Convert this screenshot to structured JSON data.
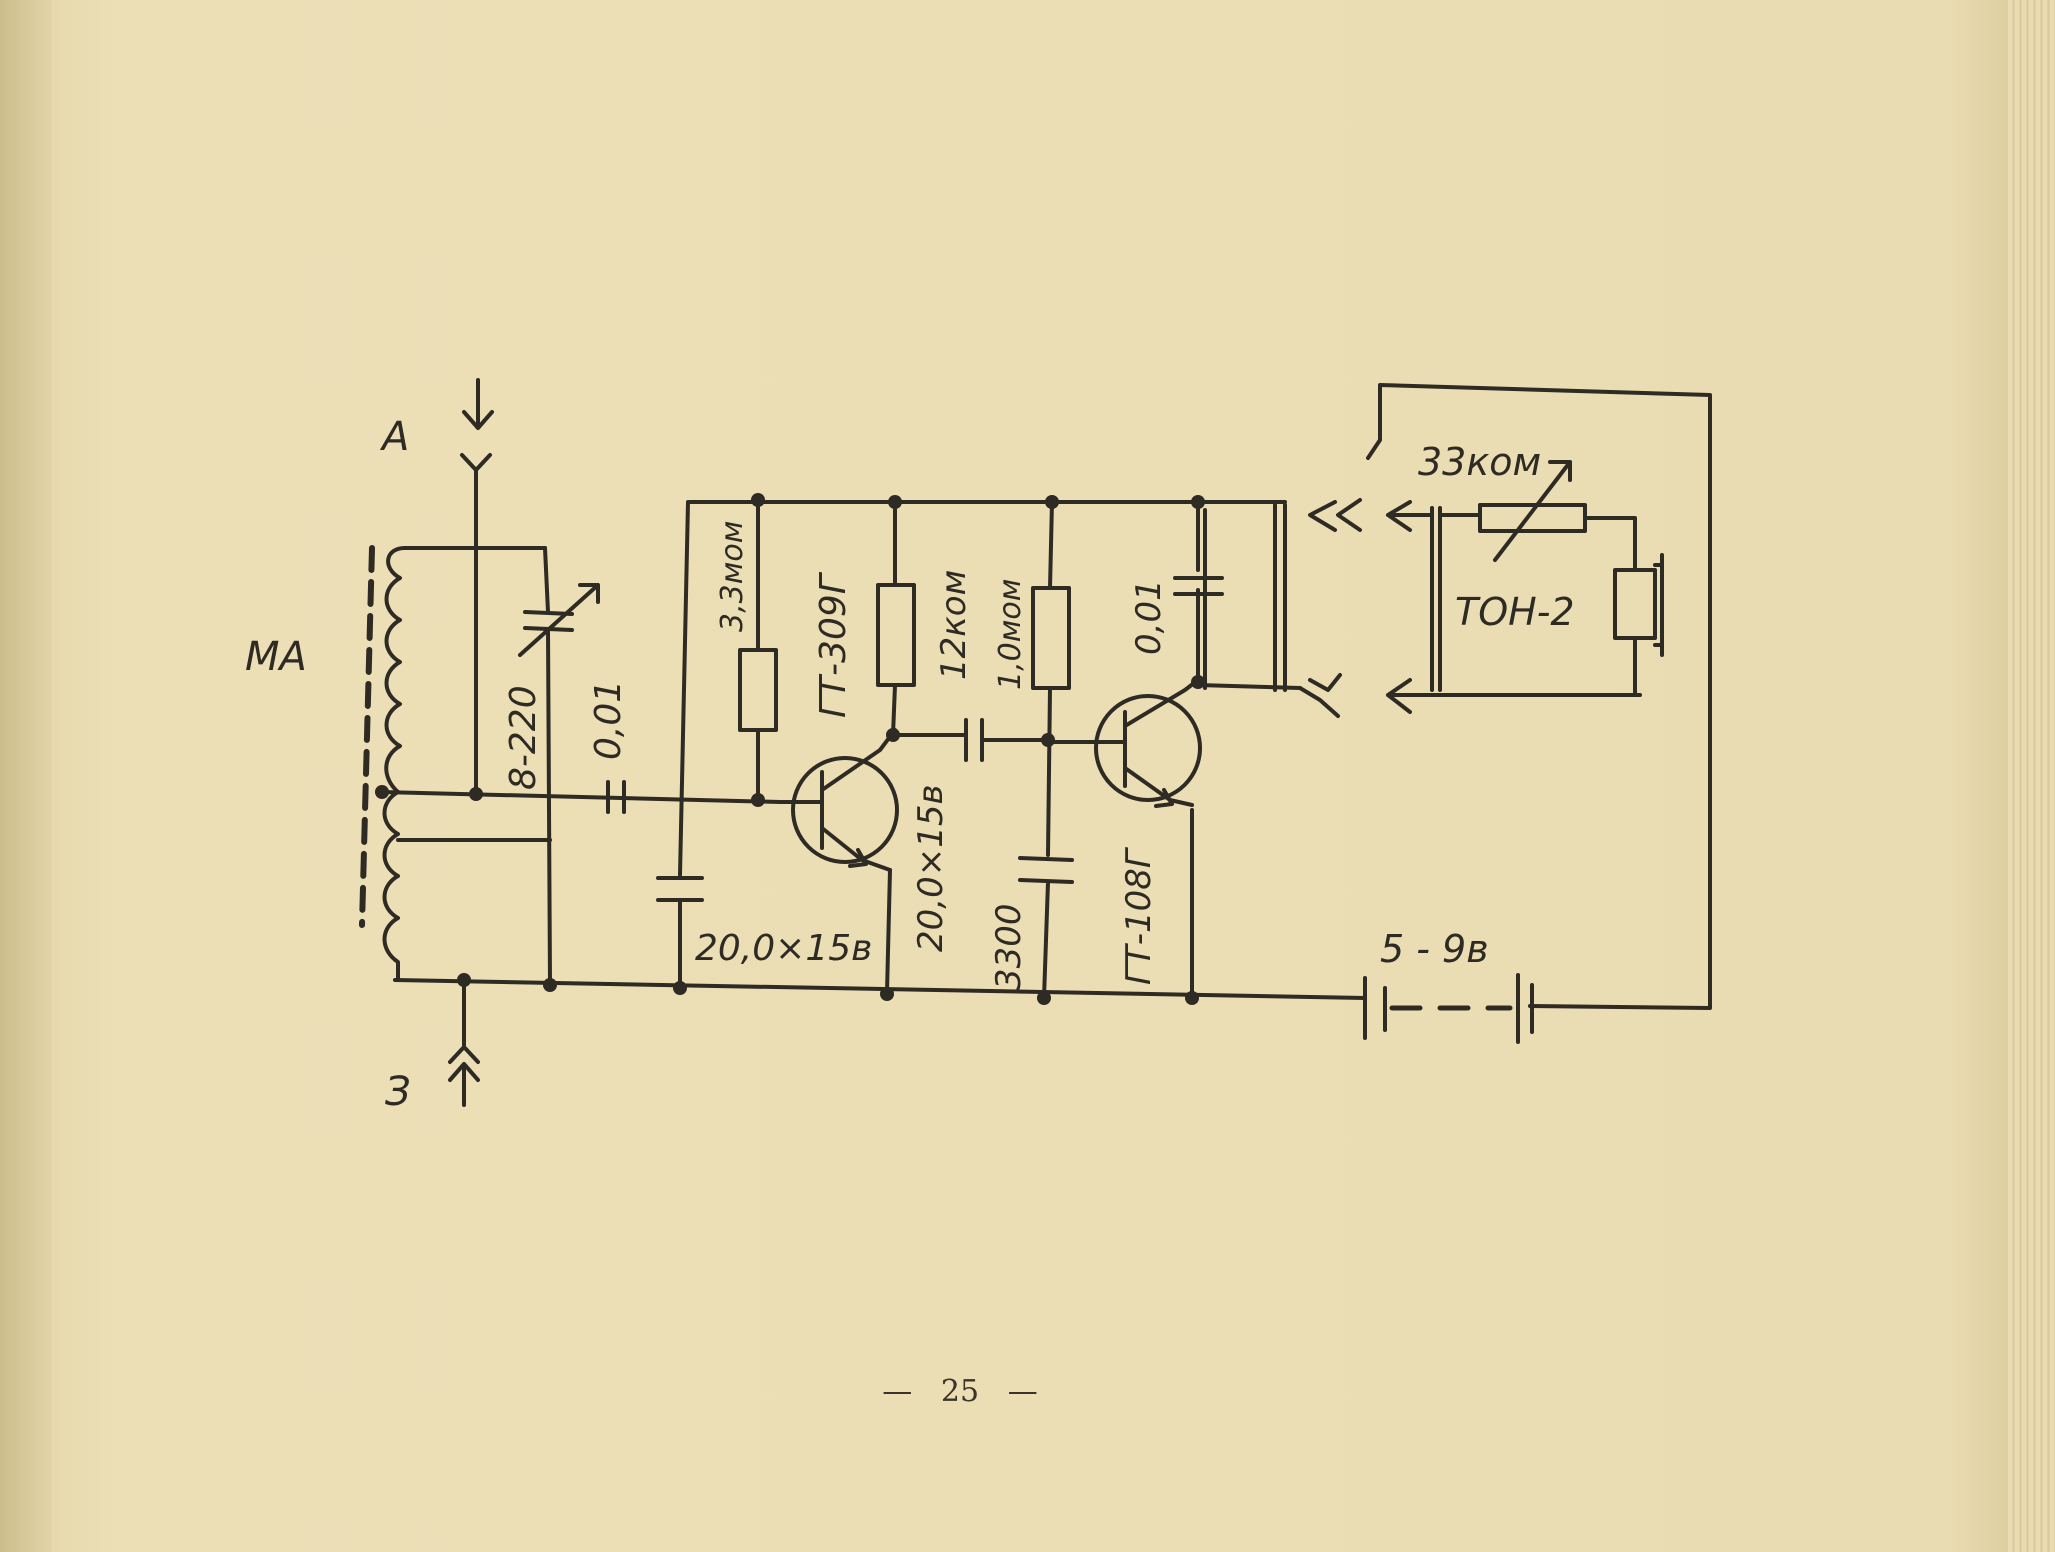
{
  "labels": {
    "antenna": "А",
    "ground": "З",
    "magnetic_antenna": "МА",
    "tuning_capacitor": "8-220",
    "coupling_capacitor": "0,01",
    "resistor_bias_1": "3,3мом",
    "electrolytic_1": "20,0×15в",
    "transistor_1": "ГТ-309Г",
    "resistor_collector_1": "12ком",
    "electrolytic_2": "20,0×15в",
    "resistor_bias_2": "1,0мом",
    "capacitor_3300": "3300",
    "transistor_2": "ГТ-108Г",
    "capacitor_output": "0,01",
    "volume_resistor": "33ком",
    "headphones": "ТОН-2",
    "battery": "5 - 9в"
  },
  "page_number": "25",
  "page_dash": "—"
}
